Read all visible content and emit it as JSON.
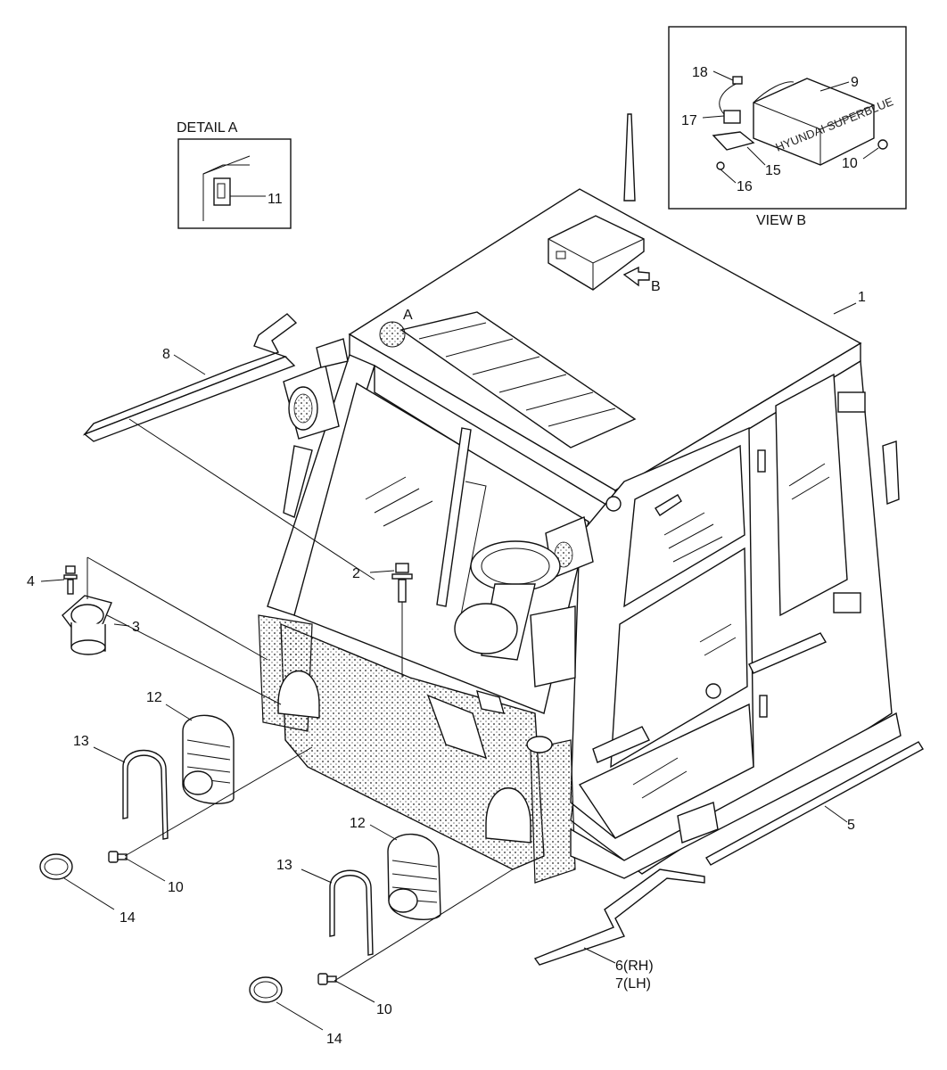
{
  "captions": {
    "detail_a": "DETAIL A",
    "view_b": "VIEW B",
    "marker_a": "A",
    "marker_b": "B"
  },
  "callouts": {
    "c1": "1",
    "c2": "2",
    "c3": "3",
    "c4": "4",
    "c5": "5",
    "c6": "6(RH)",
    "c7": "7(LH)",
    "c8": "8",
    "c9": "9",
    "c10a": "10",
    "c10b": "10",
    "c10c": "10",
    "c11": "11",
    "c12a": "12",
    "c12b": "12",
    "c13a": "13",
    "c13b": "13",
    "c14a": "14",
    "c14b": "14",
    "c15": "15",
    "c16": "16",
    "c17": "17",
    "c18": "18"
  },
  "radio_text": "HYUNDAI SUPERBLUE"
}
